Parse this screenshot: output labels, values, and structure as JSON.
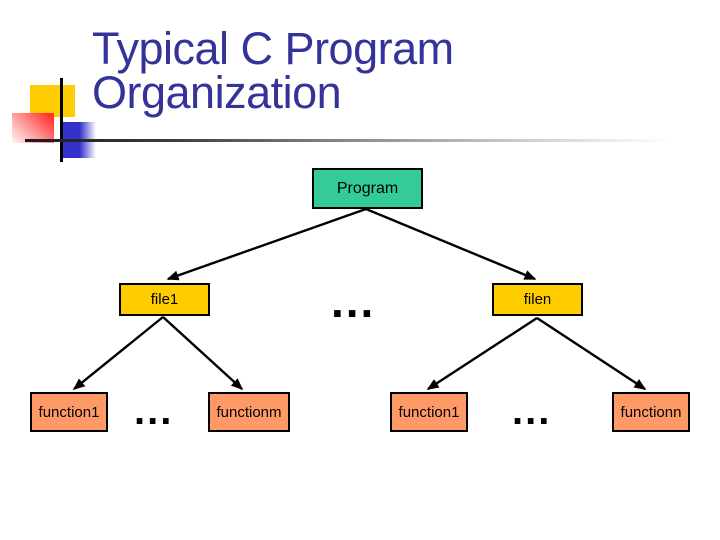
{
  "slide_title": {
    "line1": "Typical C Program",
    "line2": "Organization"
  },
  "colors": {
    "title_text": "#333399",
    "program_fill": "#33cc99",
    "file_fill": "#ffcc00",
    "function_fill": "#ff9966",
    "node_border": "#000000",
    "decor_yellow": "#ffcc00",
    "decor_red": "#ff3333",
    "decor_blue": "#3333cc"
  },
  "tree": {
    "root_label": "Program",
    "file_left_label": "file1",
    "file_right_label": "filen",
    "files_ellipsis": "...",
    "func_left_first_label": "function1",
    "func_left_last_label": "functionm",
    "left_funcs_ellipsis": "...",
    "func_right_first_label": "function1",
    "func_right_last_label": "functionn",
    "right_funcs_ellipsis": "..."
  }
}
